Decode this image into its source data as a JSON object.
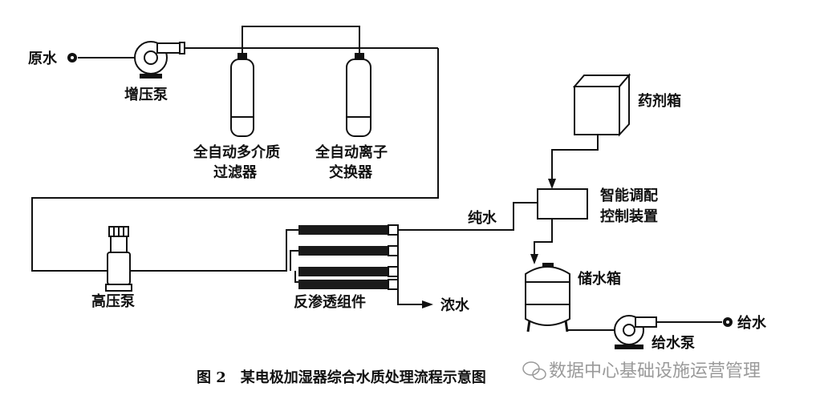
{
  "labels": {
    "raw_water": "原水",
    "booster_pump": "增压泵",
    "multi_media_filter_l1": "全自动多介质",
    "multi_media_filter_l2": "过滤器",
    "ion_exchanger_l1": "全自动离子",
    "ion_exchanger_l2": "交换器",
    "chemical_tank": "药剂箱",
    "smart_control_l1": "智能调配",
    "smart_control_l2": "控制装置",
    "pure_water": "纯水",
    "high_pressure_pump": "高压泵",
    "ro_module": "反渗透组件",
    "concentrate": "浓水",
    "storage_tank": "储水箱",
    "supply_pump": "给水泵",
    "supply_water": "给水"
  },
  "caption": "图 2　某电极加湿器综合水质处理流程示意图",
  "watermark": "数据中心基础设施运营管理",
  "colors": {
    "line": "#111111",
    "watermark": "#9a9a9a"
  }
}
